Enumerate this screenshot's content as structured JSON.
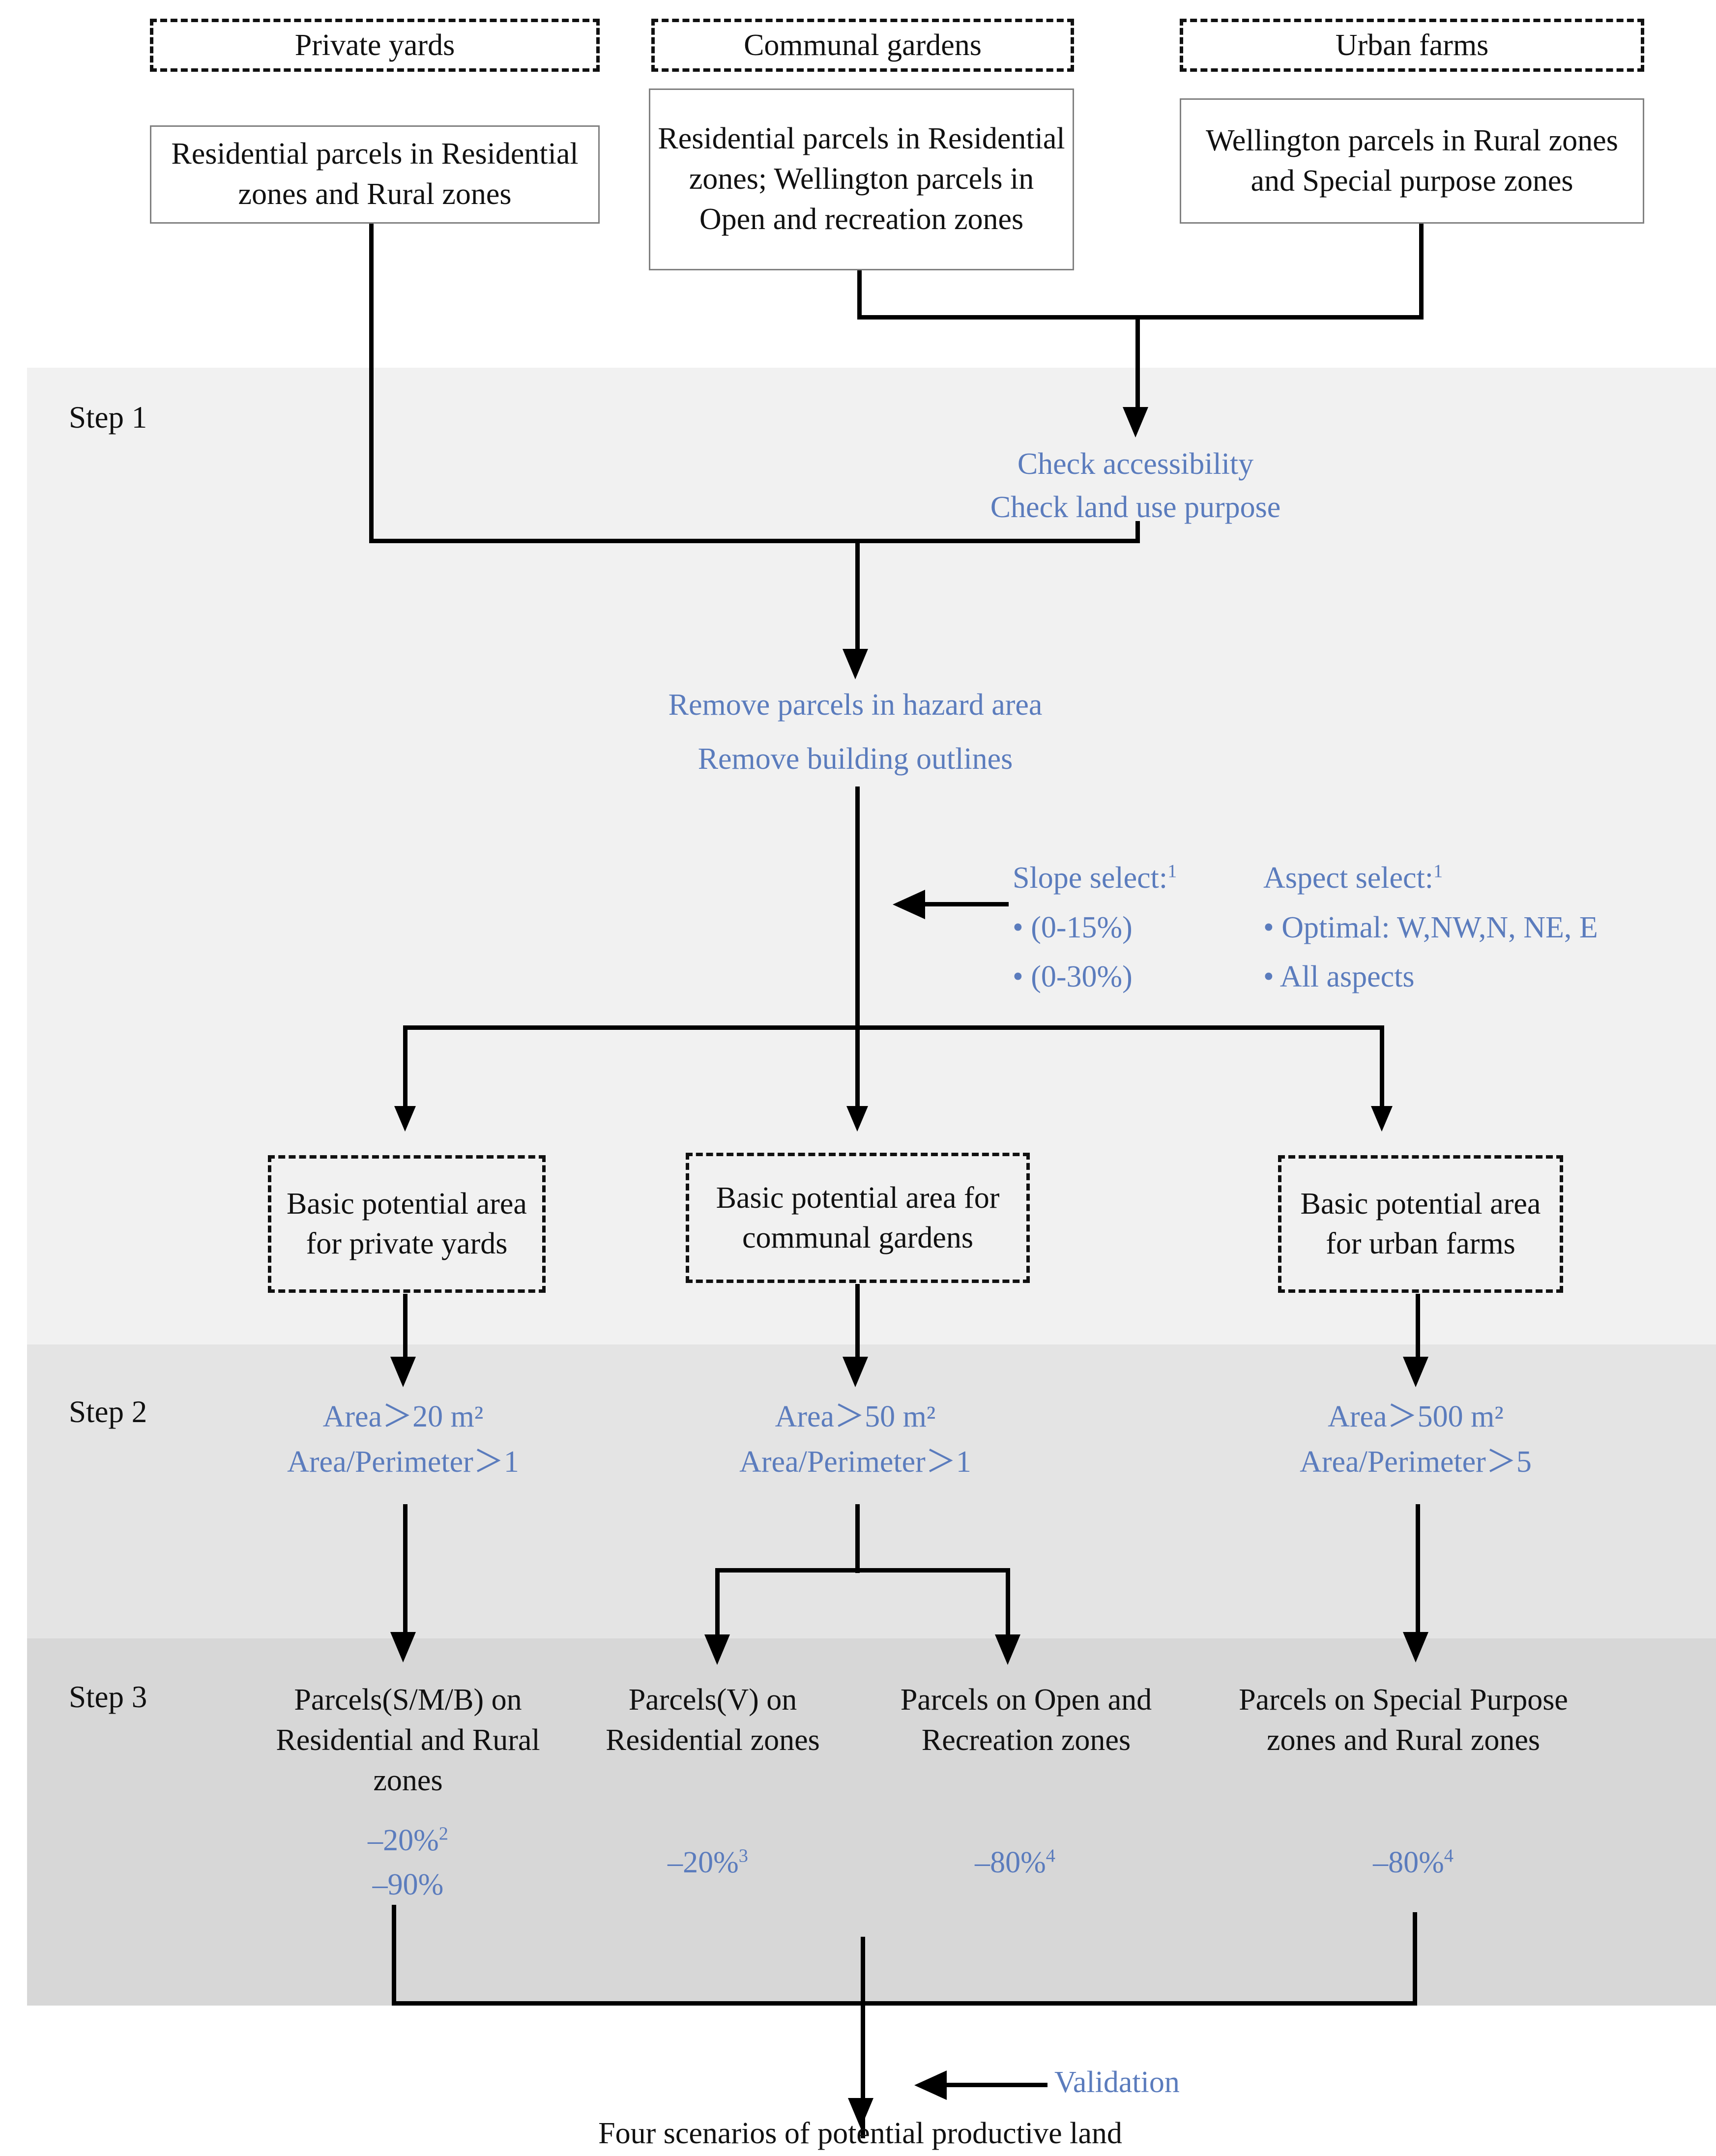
{
  "colors": {
    "accent_blue": "#5b7cbd",
    "line_black": "#000000",
    "band_step1": "#f1f1f1",
    "band_step2": "#e4e4e4",
    "band_step3": "#d7d7d7"
  },
  "steps": {
    "step1": "Step 1",
    "step2": "Step 2",
    "step3": "Step 3"
  },
  "scenarios": {
    "private_yards": {
      "title": "Private yards",
      "source": "Residential parcels in Residential zones and Rural zones",
      "basic_area": "Basic potential area for private yards",
      "step2_area": "Area＞20 m²",
      "step2_ratio": "Area/Perimeter＞1",
      "step3_label": "Parcels(S/M/B) on   Residential and Rural zones",
      "reduction_1": "–20%",
      "reduction_1_note": "2",
      "reduction_2": "–90%"
    },
    "communal_gardens": {
      "title": "Communal gardens",
      "source": "Residential parcels in Residential zones; Wellington parcels in Open and recreation zones",
      "basic_area": "Basic potential area for communal gardens",
      "step2_area": "Area＞50 m²",
      "step2_ratio": "Area/Perimeter＞1",
      "step3_label_left": "Parcels(V) on Residential zones",
      "reduction_left": "–20%",
      "reduction_left_note": "3",
      "step3_label_right": "Parcels on Open and Recreation zones",
      "reduction_right": "–80%",
      "reduction_right_note": "4"
    },
    "urban_farms": {
      "title": "Urban farms",
      "source": "Wellington parcels in Rural zones and Special purpose zones",
      "basic_area": "Basic potential area for urban farms",
      "step2_area": "Area＞500 m²",
      "step2_ratio": "Area/Perimeter＞5",
      "step3_label": "Parcels on Special Purpose zones and Rural zones",
      "reduction": "–80%",
      "reduction_note": "4"
    }
  },
  "process": {
    "check_accessibility": "Check accessibility",
    "check_land_use": "Check land use purpose",
    "remove_hazard": "Remove parcels in hazard area",
    "remove_buildings": "Remove building outlines",
    "slope_title": "Slope select:",
    "slope_note": "1",
    "slope_options": [
      "• (0-15%)",
      "• (0-30%)"
    ],
    "aspect_title": "Aspect select:",
    "aspect_note": "1",
    "aspect_options": [
      "• Optimal: W,NW,N, NE, E",
      "• All aspects"
    ],
    "validation": "Validation",
    "output": "Four scenarios of potential productive land"
  }
}
